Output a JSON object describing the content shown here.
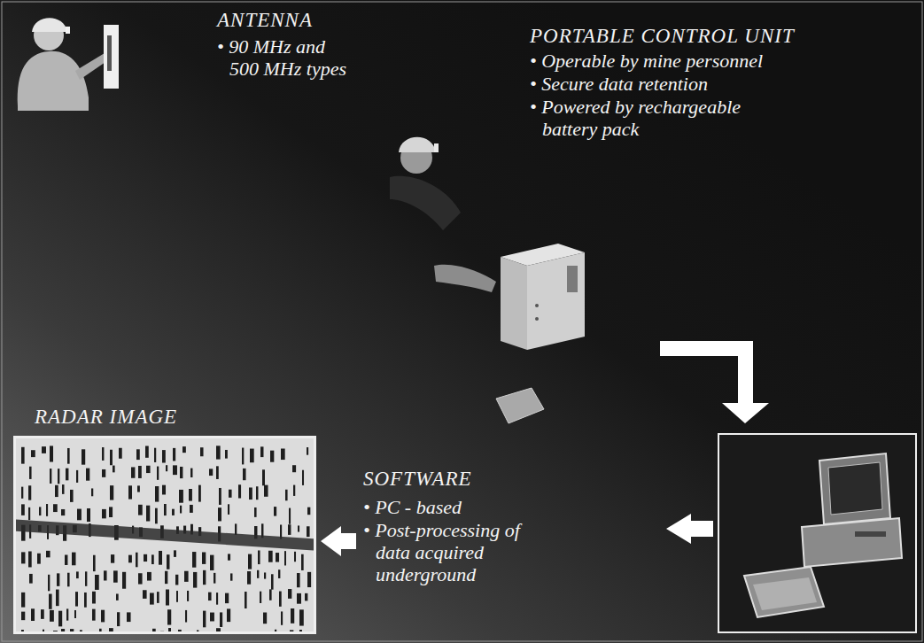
{
  "diagram": {
    "nodes": [
      {
        "text": [
          "RADAR IMAGE"
        ]
      }
    ],
    "labels": [
      "ANTENNA",
      "• 90 MHz and 500 MHz types",
      "PORTABLE CONTROL UNIT",
      "• Operable by mine personnel",
      "• Secure data retention",
      "• Powered by rechargeable battery pack",
      "SOFTWARE",
      "• PC - based",
      "• Post-processing of data acquired underground"
    ]
  }
}
